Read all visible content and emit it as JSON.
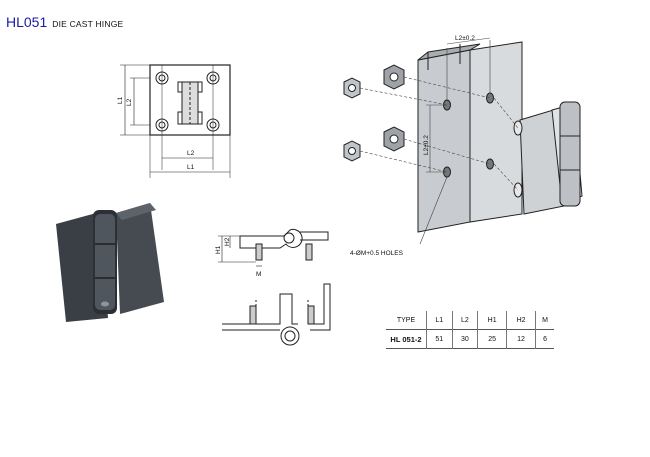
{
  "header": {
    "model": "HL051",
    "description": "DIE CAST HINGE"
  },
  "dimensions": {
    "front": {
      "l1": "L1",
      "l2": "L2"
    },
    "side": {
      "l1": "L1",
      "l2": "L2"
    },
    "profile": {
      "h1": "H1",
      "h2": "H2",
      "m": "M"
    },
    "mount": {
      "top": "L2±0.2",
      "vertical": "L2±0.2",
      "holes": "4-ØM+0.5 HOLES"
    }
  },
  "spec_table": {
    "headers": [
      "TYPE",
      "L1",
      "L2",
      "H1",
      "H2",
      "M"
    ],
    "rows": [
      [
        "HL 051-2",
        "51",
        "30",
        "25",
        "12",
        "6"
      ]
    ]
  }
}
